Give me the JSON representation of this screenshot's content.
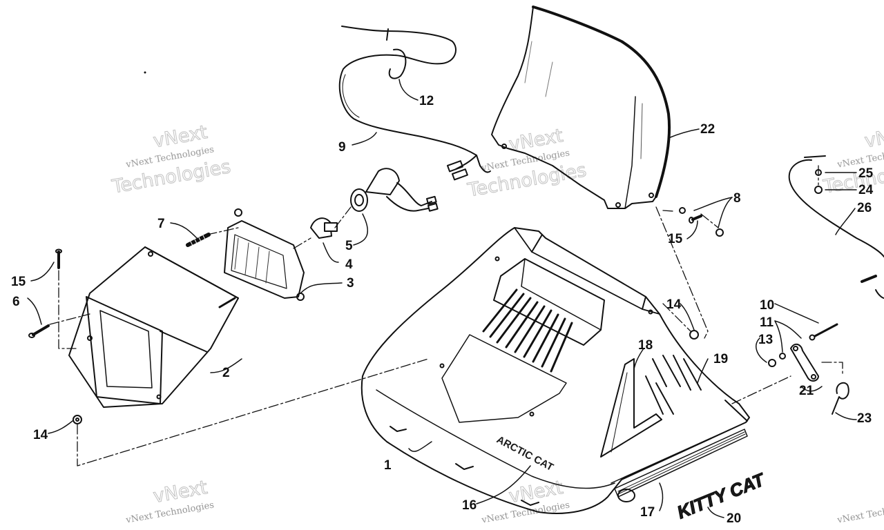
{
  "diagram": {
    "part_labels": [
      {
        "id": "1",
        "text": "1"
      },
      {
        "id": "2",
        "text": "2"
      },
      {
        "id": "3",
        "text": "3"
      },
      {
        "id": "4",
        "text": "4"
      },
      {
        "id": "5",
        "text": "5"
      },
      {
        "id": "6",
        "text": "6"
      },
      {
        "id": "7",
        "text": "7"
      },
      {
        "id": "8",
        "text": "8"
      },
      {
        "id": "9",
        "text": "9"
      },
      {
        "id": "10",
        "text": "10"
      },
      {
        "id": "11",
        "text": "11"
      },
      {
        "id": "12",
        "text": "12"
      },
      {
        "id": "13",
        "text": "13"
      },
      {
        "id": "14a",
        "text": "14"
      },
      {
        "id": "14b",
        "text": "14"
      },
      {
        "id": "15a",
        "text": "15"
      },
      {
        "id": "15b",
        "text": "15"
      },
      {
        "id": "16",
        "text": "16"
      },
      {
        "id": "17",
        "text": "17"
      },
      {
        "id": "18",
        "text": "18"
      },
      {
        "id": "19",
        "text": "19"
      },
      {
        "id": "20",
        "text": "20"
      },
      {
        "id": "21",
        "text": "21"
      },
      {
        "id": "22",
        "text": "22"
      },
      {
        "id": "23",
        "text": "23"
      },
      {
        "id": "24",
        "text": "24"
      },
      {
        "id": "25",
        "text": "25"
      },
      {
        "id": "26",
        "text": "26"
      }
    ],
    "hood_logo": "ARCTIC CAT",
    "decal_text": "KITTY CAT"
  },
  "watermark": {
    "brand_small": "vNext Technologies",
    "brand_word": "vNext",
    "brand_big": "Technologies"
  },
  "colors": {
    "ink": "#111111",
    "paper": "#ffffff",
    "watermark": "#b9b9b9"
  }
}
